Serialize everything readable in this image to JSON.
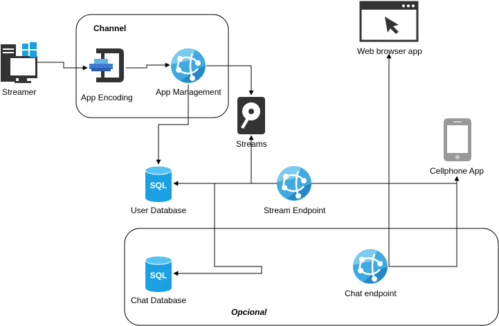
{
  "groups": {
    "channel_title": "Channel",
    "optional_title": "Opcional"
  },
  "nodes": {
    "streamer": "Streamer",
    "app_encoding": "App Encoding",
    "app_management": "App Management",
    "streams": "Streams",
    "web_browser_app": "Web browser app",
    "cellphone_app": "Cellphone App",
    "user_database": "User Database",
    "stream_endpoint": "Stream Endpoint",
    "chat_database": "Chat Database",
    "chat_endpoint": "Chat endpoint"
  },
  "icons": {
    "db_text": "SQL"
  },
  "colors": {
    "azure_blue": "#3fa9e0",
    "db_blue": "#1ba1e2",
    "dark_gray": "#333333",
    "windows_blue": "#1ba1e2",
    "phone_gray": "#999999",
    "line": "#000000"
  }
}
